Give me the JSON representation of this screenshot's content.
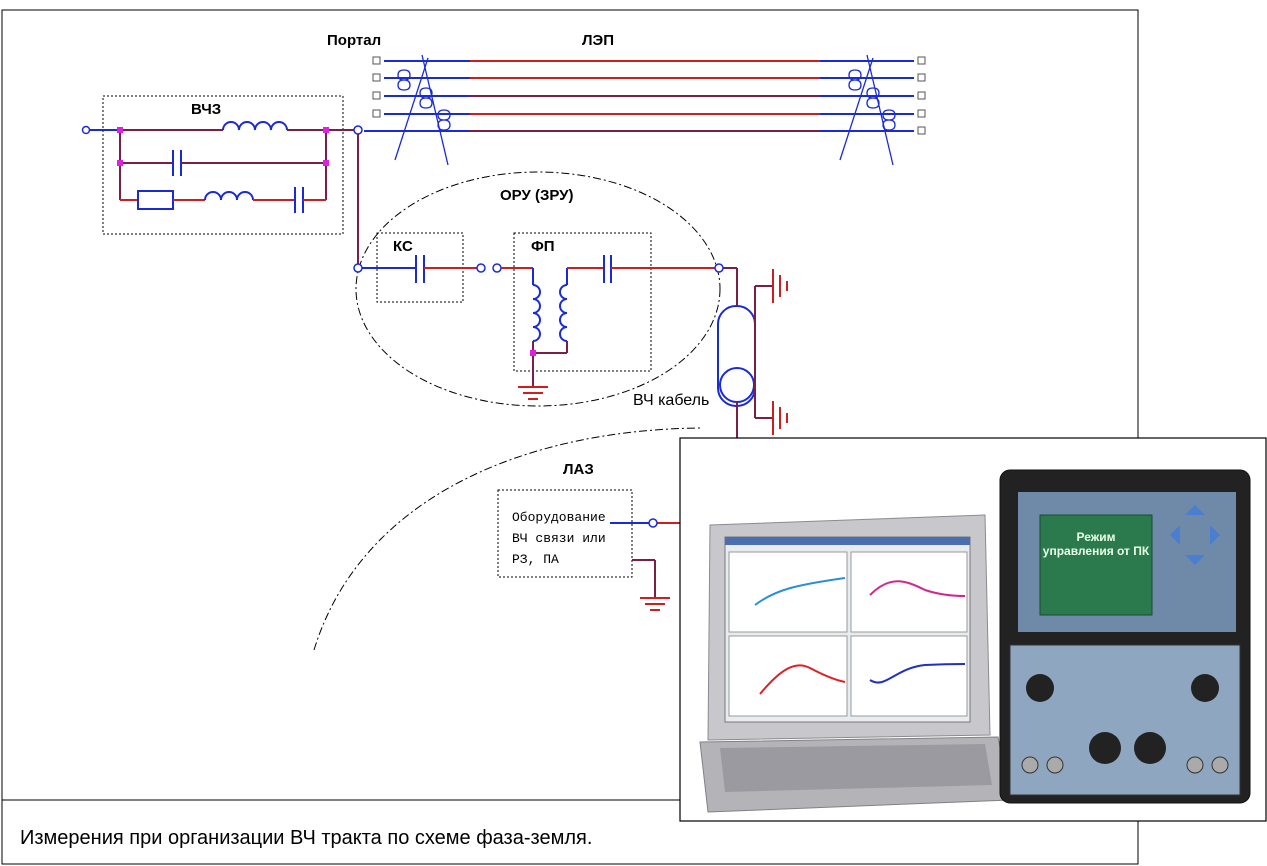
{
  "labels": {
    "portal": "Портал",
    "lep": "ЛЭП",
    "vchz": "ВЧЗ",
    "oru": "ОРУ (ЗРУ)",
    "ks": "КС",
    "fp": "ФП",
    "cable": "ВЧ кабель",
    "laz": "ЛАЗ",
    "equipment": [
      "Оборудование",
      "ВЧ связи или",
      "РЗ, ПА"
    ]
  },
  "caption": "Измерения при организации ВЧ тракта по схеме фаза-земля.",
  "device_screen": {
    "line1": "Режим",
    "line2": "управления от ПК"
  },
  "colors": {
    "wire_blue": "#1a2bd6",
    "wire_red": "#cc1f1f",
    "wire_purple": "#7a1e4a",
    "node_magenta": "#e020e0",
    "device_screen": "#2b7a4e"
  }
}
